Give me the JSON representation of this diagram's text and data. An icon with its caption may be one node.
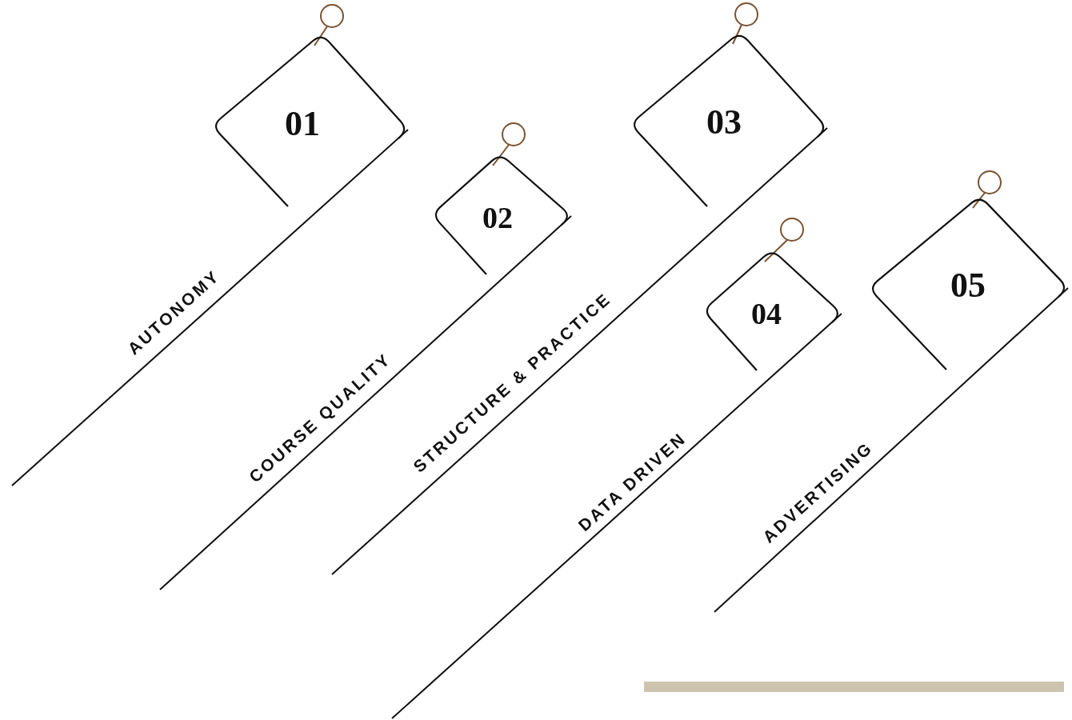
{
  "diagram": {
    "nodes": [
      {
        "text": [
          "01"
        ]
      },
      {
        "text": [
          "02"
        ]
      },
      {
        "text": [
          "03"
        ]
      },
      {
        "text": [
          "04"
        ]
      },
      {
        "text": [
          "05"
        ]
      }
    ],
    "labels": [
      "AUTONOMY",
      "COURSE QUALITY",
      "STRUCTURE & PRACTICE",
      "DATA DRIVEN",
      "ADVERTISING"
    ]
  }
}
